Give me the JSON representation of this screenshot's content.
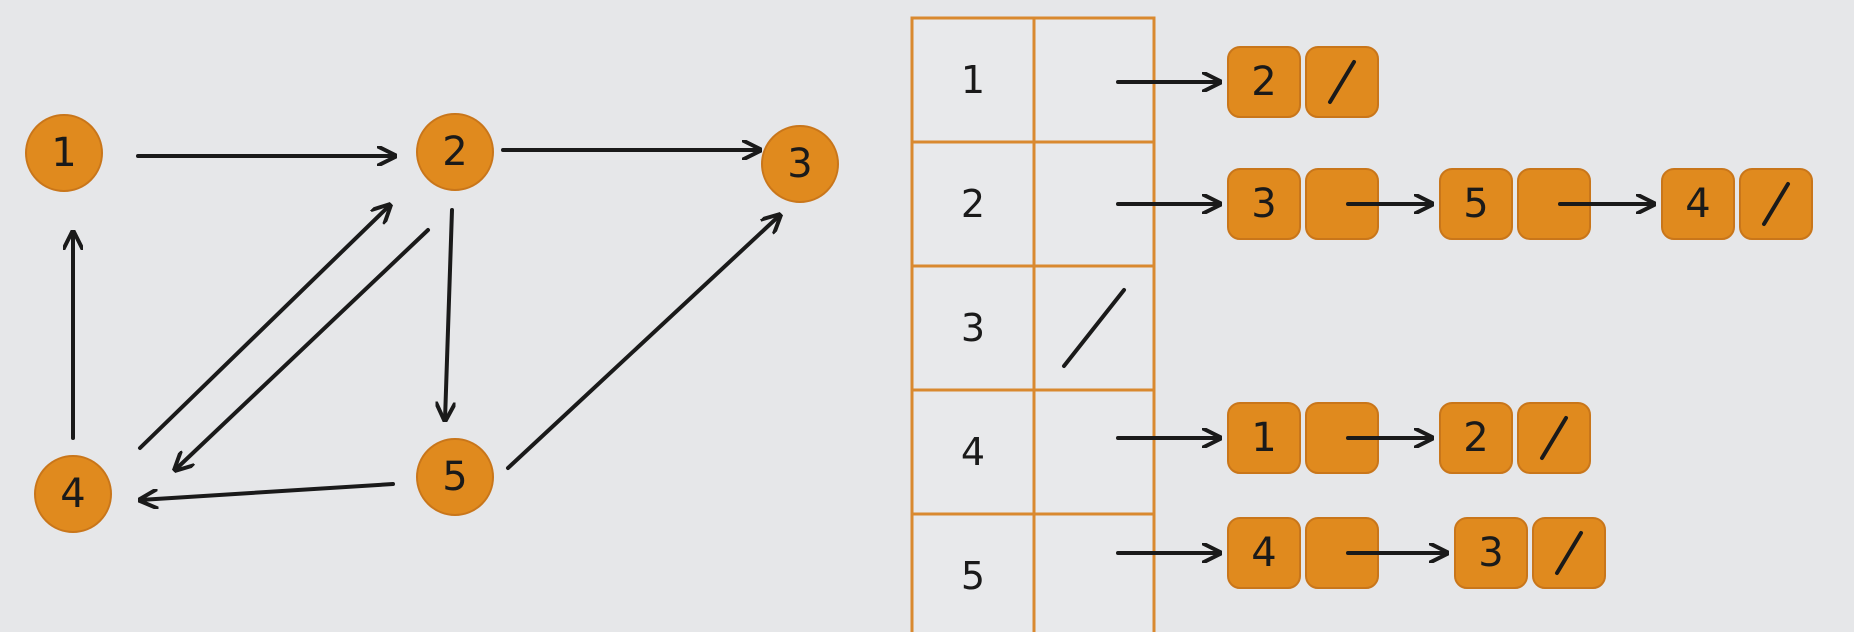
{
  "graph": {
    "nodes": [
      {
        "id": "1",
        "label": "1"
      },
      {
        "id": "2",
        "label": "2"
      },
      {
        "id": "3",
        "label": "3"
      },
      {
        "id": "4",
        "label": "4"
      },
      {
        "id": "5",
        "label": "5"
      }
    ],
    "edges": [
      {
        "from": "1",
        "to": "2"
      },
      {
        "from": "2",
        "to": "3"
      },
      {
        "from": "2",
        "to": "5"
      },
      {
        "from": "2",
        "to": "4"
      },
      {
        "from": "4",
        "to": "1"
      },
      {
        "from": "4",
        "to": "2"
      },
      {
        "from": "5",
        "to": "4"
      },
      {
        "from": "5",
        "to": "3"
      }
    ]
  },
  "adjacency_list": [
    {
      "index": "1",
      "neighbors": [
        "2"
      ]
    },
    {
      "index": "2",
      "neighbors": [
        "3",
        "5",
        "4"
      ]
    },
    {
      "index": "3",
      "neighbors": []
    },
    {
      "index": "4",
      "neighbors": [
        "1",
        "2"
      ]
    },
    {
      "index": "5",
      "neighbors": [
        "4",
        "3"
      ]
    }
  ],
  "null_marker": "/",
  "colors": {
    "node_fill": "#e08a1e",
    "table_border": "#d9892f",
    "ink": "#1a1a1a",
    "background": "#e6e7e9"
  }
}
